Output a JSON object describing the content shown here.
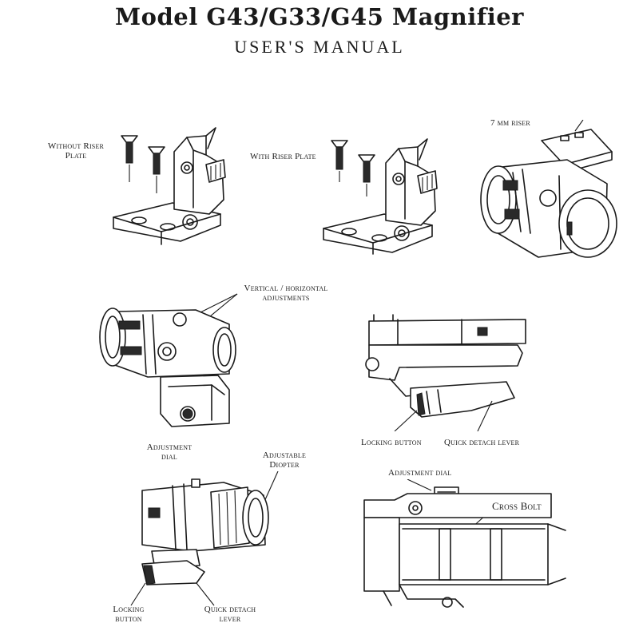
{
  "header": {
    "title": "Model G43/G33/G45 Magnifier",
    "subtitle": "USER'S MANUAL"
  },
  "labels": {
    "without_riser_line1": "Without Riser",
    "without_riser_line2": "Plate",
    "with_riser": "With Riser Plate",
    "riser_7mm": "7 mm riser",
    "vh_adjust_line1": "Vertical / horizontal",
    "vh_adjust_line2": "adjustments",
    "adjustment_dial_line1": "Adjustment",
    "adjustment_dial_line2": "dial",
    "locking_button_top": "Locking button",
    "quick_detach_top": "Quick detach lever",
    "adjustable_diopter_line1": "Adjustable",
    "adjustable_diopter_line2": "Diopter",
    "adjustment_dial_right": "Adjustment dial",
    "cross_bolt": "Cross Bolt",
    "locking_button_bottom_line1": "Locking",
    "locking_button_bottom_line2": "button",
    "quick_detach_bottom_line1": "Quick detach",
    "quick_detach_bottom_line2": "lever"
  }
}
